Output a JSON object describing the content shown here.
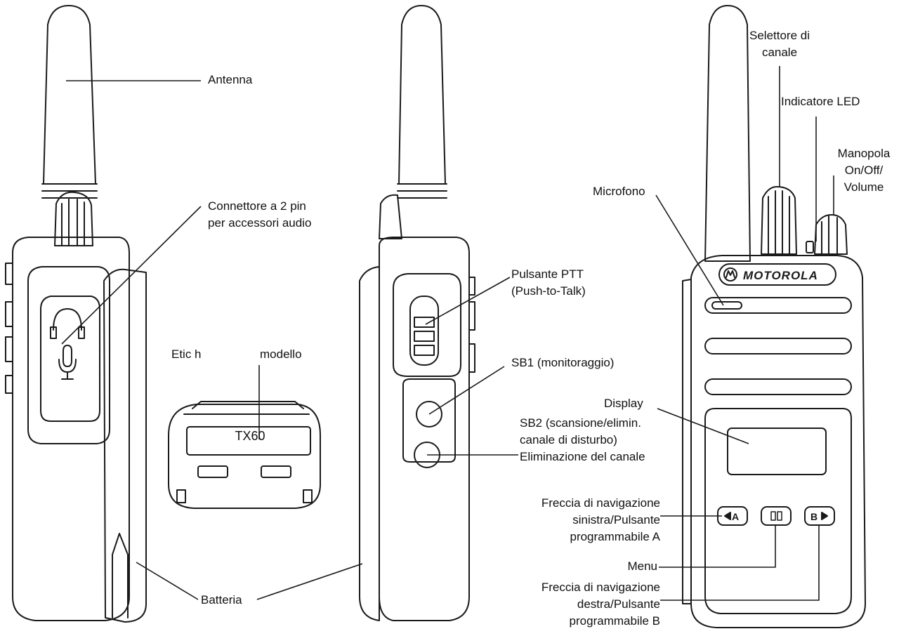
{
  "brand": {
    "logo_text": "MOTOROLA"
  },
  "display_text": "TX60",
  "labels": {
    "antenna": "Antenna",
    "connector_line1": "Connettore a 2 pin",
    "connector_line2": "per accessori audio",
    "model_label_a": "Etic h",
    "model_label_b": "modello",
    "battery": "Batteria",
    "ptt_line1": "Pulsante PTT",
    "ptt_line2": "(Push-to-Talk)",
    "sb1": "SB1 (monitoraggio)",
    "sb2_line1": "SB2 (scansione/elimin.",
    "sb2_line2": "canale di disturbo)",
    "sb2_line3": "Eliminazione del canale",
    "channel_selector_line1": "Selettore di",
    "channel_selector_line2": "canale",
    "led": "Indicatore LED",
    "knob_line1": "Manopola",
    "knob_line2": "On/Off/",
    "knob_line3": "Volume",
    "microphone": "Microfono",
    "display": "Display",
    "left_arrow_line1": "Freccia di navigazione",
    "left_arrow_line2": "sinistra/Pulsante",
    "left_arrow_line3": "programmabile A",
    "menu": "Menu",
    "right_arrow_line1": "Freccia di navigazione",
    "right_arrow_line2": "destra/Pulsante",
    "right_arrow_line3": "programmabile B"
  },
  "buttons": {
    "a_label": "A",
    "b_label": "B"
  }
}
